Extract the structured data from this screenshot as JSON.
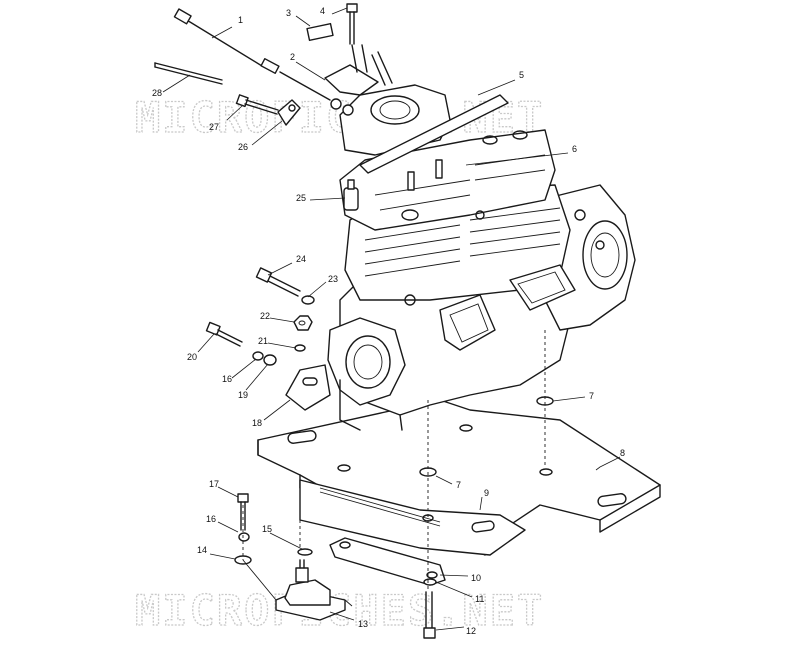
{
  "callouts": {
    "c1": "1",
    "c2": "2",
    "c3": "3",
    "c4": "4",
    "c5": "5",
    "c6": "6",
    "c7a": "7",
    "c7b": "7",
    "c8": "8",
    "c9": "9",
    "c10": "10",
    "c11": "11",
    "c12": "12",
    "c13": "13",
    "c14": "14",
    "c15": "15",
    "c16a": "16",
    "c16b": "16",
    "c17": "17",
    "c18": "18",
    "c19": "19",
    "c20": "20",
    "c21": "21",
    "c22": "22",
    "c23": "23",
    "c24": "24",
    "c25": "25",
    "c26": "26",
    "c27": "27",
    "c28": "28"
  },
  "watermark": {
    "top": "MICROFICHES.NET",
    "bottom": "MICROFICHES.NET"
  }
}
